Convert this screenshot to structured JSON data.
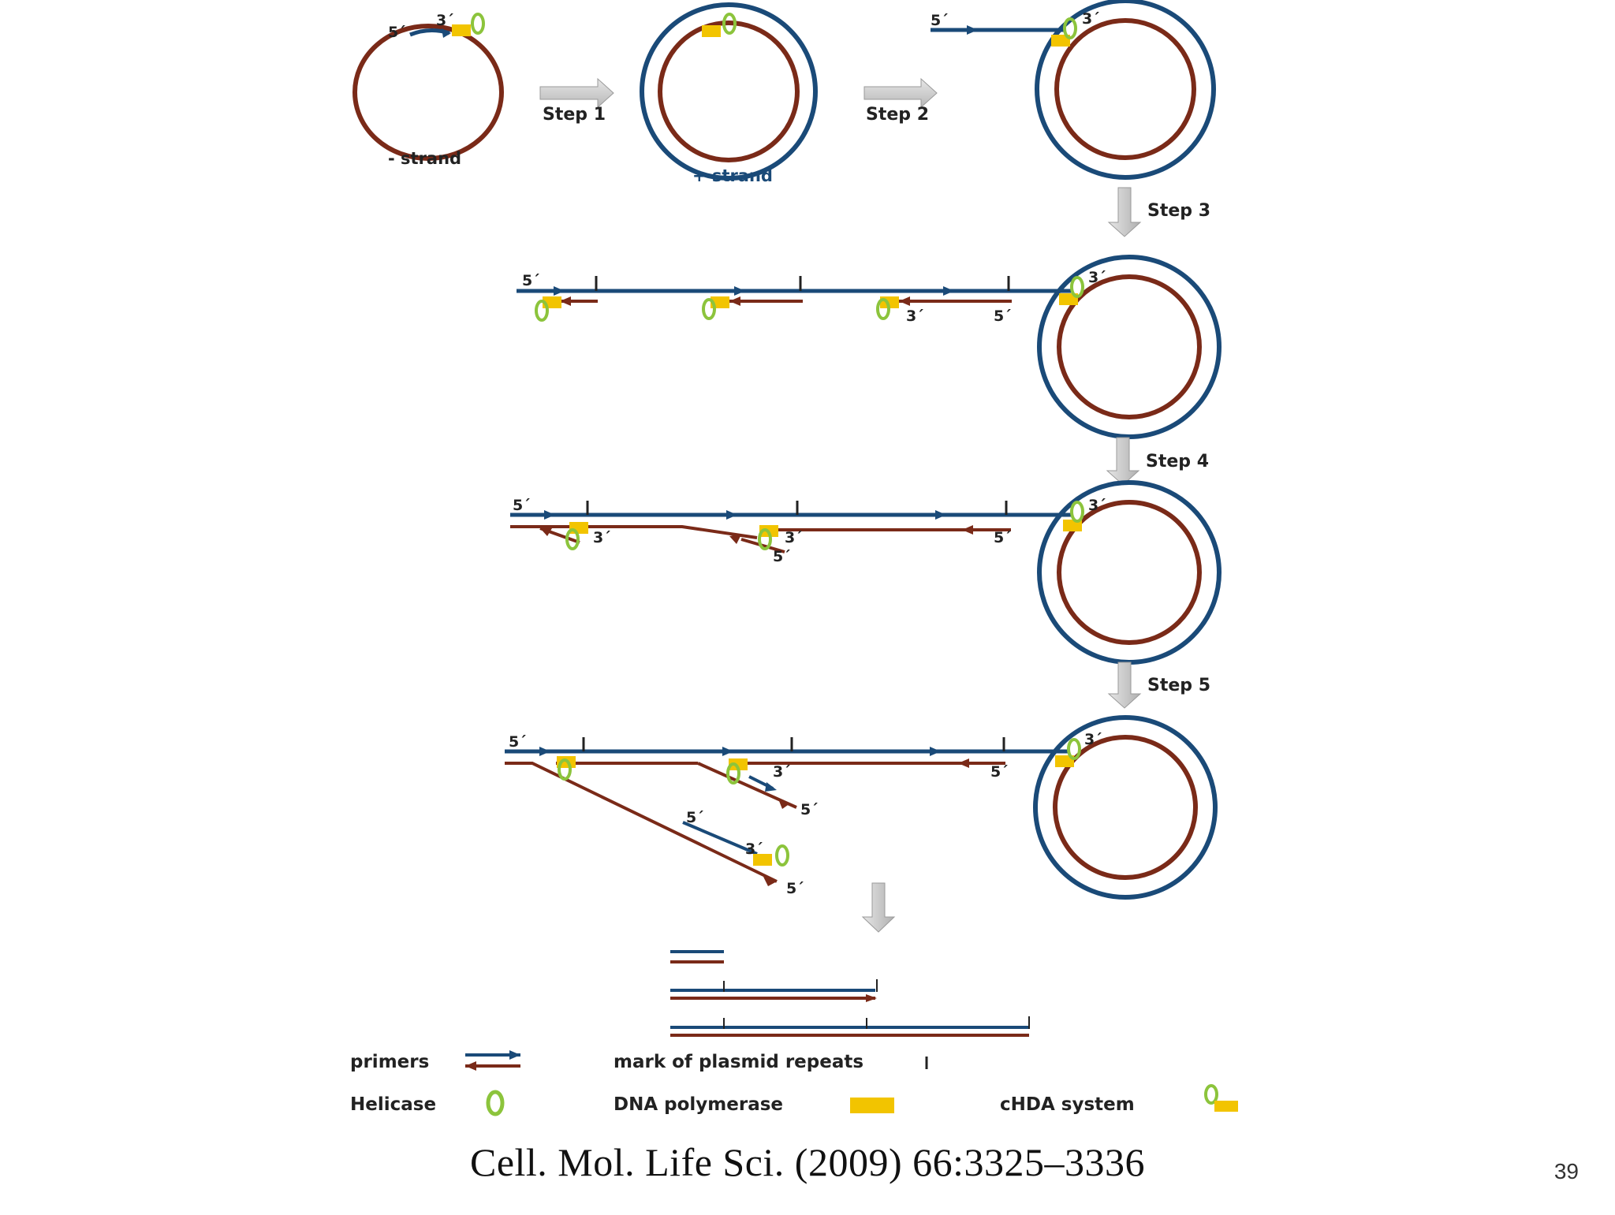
{
  "labels": {
    "five_prime": "5´",
    "three_prime": "3´",
    "minus_strand": "- strand",
    "plus_strand": "+ strand"
  },
  "steps": {
    "step1": "Step 1",
    "step2": "Step 2",
    "step3": "Step 3",
    "step4": "Step 4",
    "step5": "Step 5"
  },
  "legend": {
    "primers": "primers",
    "mark": "mark of plasmid repeats",
    "helicase": "Helicase",
    "polymerase": "DNA polymerase",
    "chda": "cHDA system"
  },
  "citation": "Cell. Mol. Life Sci. (2009) 66:3325–3336",
  "page_number": "39",
  "colors": {
    "minus_strand": "#7a2a18",
    "plus_strand": "#1a4a78",
    "helicase": "#8cc43c",
    "polymerase": "#f2c400",
    "arrow": "#c8c8c8"
  }
}
